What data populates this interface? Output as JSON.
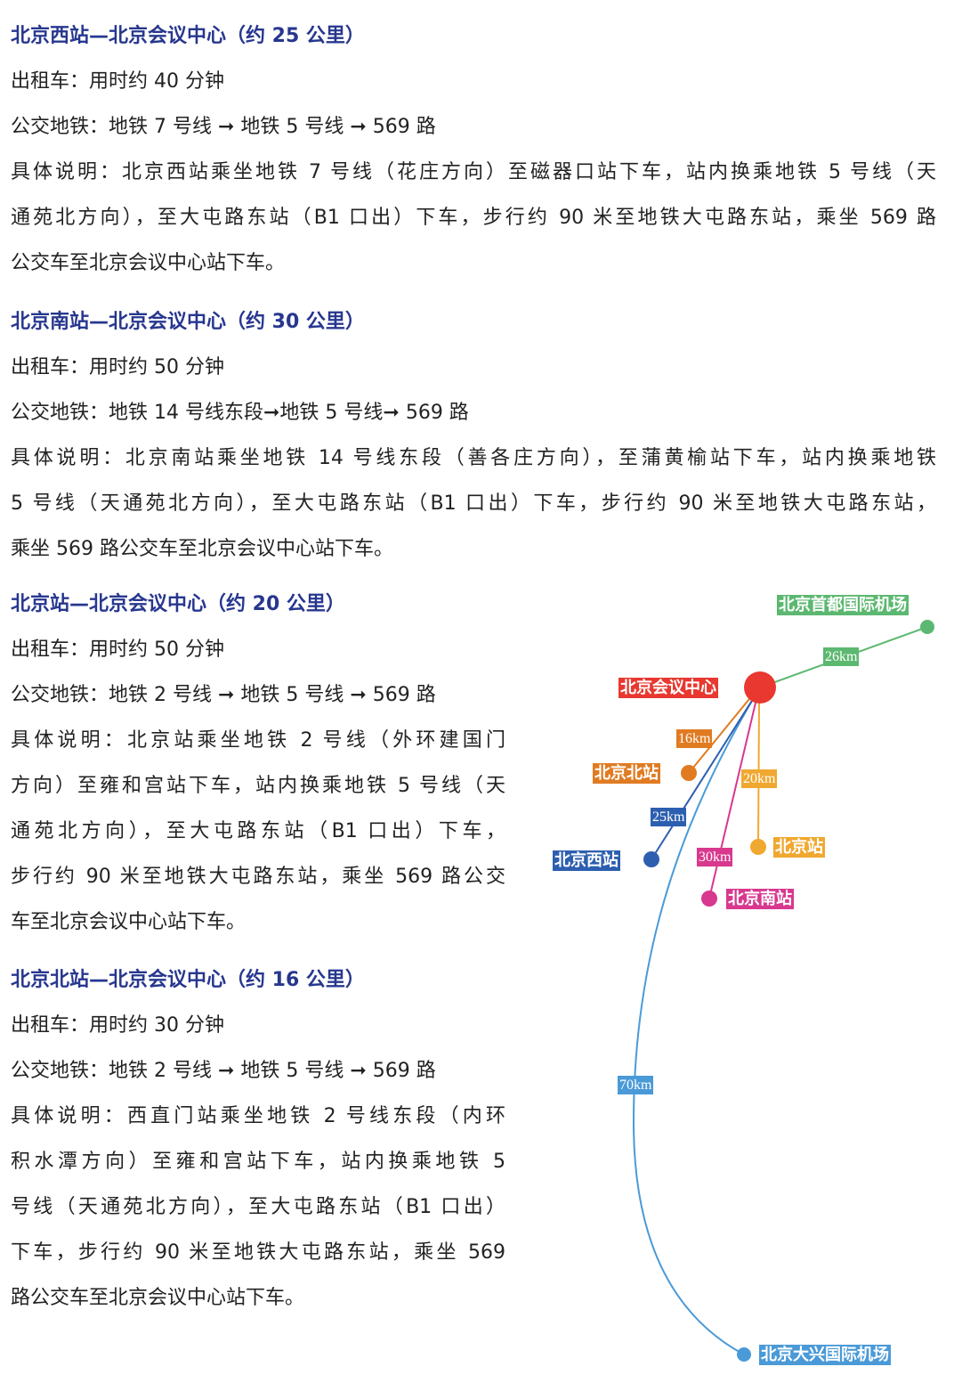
{
  "sections": [
    {
      "heading": "北京西站—北京会议中心（约 25 公里）",
      "taxi": "出租车：用时约 40 分钟",
      "transit": "公交地铁：地铁 7 号线 ➞ 地铁 5 号线 ➞ 569 路",
      "details": [
        "具体说明：北京西站乘坐地铁 7 号线（花庄方向）至磁器口站下车，站内换乘地铁 5 号线（天",
        "通苑北方向），至大屯路东站（B1 口出）下车，步行约 90 米至地铁大屯路东站，乘坐 569 路",
        "公交车至北京会议中心站下车。"
      ]
    },
    {
      "heading": "北京南站—北京会议中心（约 30 公里）",
      "taxi": "出租车：用时约 50 分钟",
      "transit": "公交地铁：地铁 14 号线东段➞地铁 5 号线➞ 569 路",
      "details": [
        "具体说明：北京南站乘坐地铁 14 号线东段（善各庄方向），至蒲黄榆站下车，站内换乘地铁",
        "5 号线（天通苑北方向），至大屯路东站（B1 口出）下车，步行约 90 米至地铁大屯路东站，",
        "乘坐 569 路公交车至北京会议中心站下车。"
      ]
    },
    {
      "heading": "北京站—北京会议中心（约 20 公里）",
      "taxi": "出租车：用时约 50 分钟",
      "transit": "公交地铁：地铁 2 号线 ➞ 地铁 5 号线 ➞ 569 路",
      "details": [
        "具体说明：北京站乘坐地铁 2 号线（外环建国门",
        "方向）至雍和宫站下车，站内换乘地铁 5 号线（天",
        "通苑北方向），至大屯路东站（B1 口出）下车，",
        "步行约 90 米至地铁大屯路东站，乘坐 569 路公交",
        "车至北京会议中心站下车。"
      ]
    },
    {
      "heading": "北京北站—北京会议中心（约 16 公里）",
      "taxi": "出租车：用时约 30 分钟",
      "transit": "公交地铁：地铁 2 号线 ➞ 地铁 5 号线 ➞ 569 路",
      "details": [
        "具体说明：西直门站乘坐地铁 2 号线东段（内环",
        "积水潭方向）至雍和宫站下车，站内换乘地铁 5",
        "号线（天通苑北方向），至大屯路东站（B1 口出）",
        "下车，步行约 90 米至地铁大屯路东站，乘坐 569",
        "路公交车至北京会议中心站下车。"
      ]
    }
  ],
  "diagram": {
    "center": {
      "label": "北京会议中心",
      "color": "#e8382f"
    },
    "routes": [
      {
        "label": "北京首都国际机场",
        "distance": "26km",
        "color": "#5cb870"
      },
      {
        "label": "北京北站",
        "distance": "16km",
        "color": "#e07b22"
      },
      {
        "label": "北京站",
        "distance": "20km",
        "color": "#f0a830"
      },
      {
        "label": "北京西站",
        "distance": "25km",
        "color": "#2d5fb0"
      },
      {
        "label": "北京南站",
        "distance": "30km",
        "color": "#d8388e"
      },
      {
        "label": "北京大兴国际机场",
        "distance": "70km",
        "color": "#4a9ad8"
      }
    ]
  }
}
